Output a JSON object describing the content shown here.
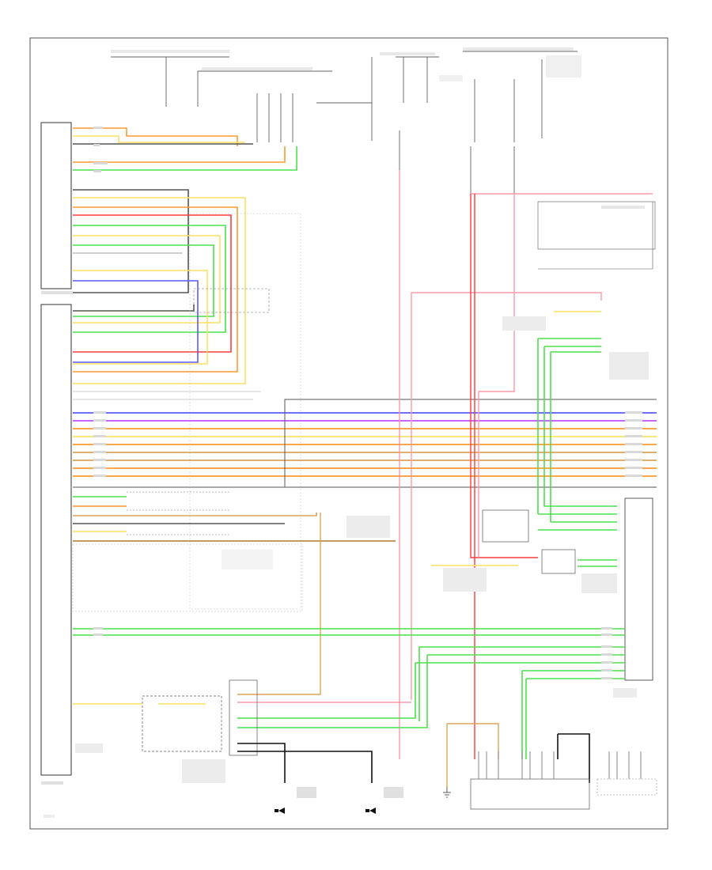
{
  "diagram": {
    "footer_label": "",
    "colors": {
      "red": "#ff3b3b",
      "pink": "#ff9aa8",
      "orange": "#ff9a2e",
      "yellow": "#ffe066",
      "green": "#4be14b",
      "blue": "#5a5aff",
      "violet": "#c050ff",
      "tan": "#d9a55a",
      "brown": "#b07a2a",
      "grey": "#555555",
      "light_grey": "#bdbdbd",
      "black": "#111111"
    },
    "components": [
      {
        "id": "central-connector",
        "label": ""
      },
      {
        "id": "body-control-module",
        "label": ""
      },
      {
        "id": "amplifier",
        "label": ""
      },
      {
        "id": "radio-unit",
        "label": ""
      },
      {
        "id": "antenna-module",
        "label": ""
      },
      {
        "id": "right-speaker",
        "label": ""
      },
      {
        "id": "left-speaker",
        "label": ""
      },
      {
        "id": "ground-point",
        "label": ""
      }
    ]
  }
}
